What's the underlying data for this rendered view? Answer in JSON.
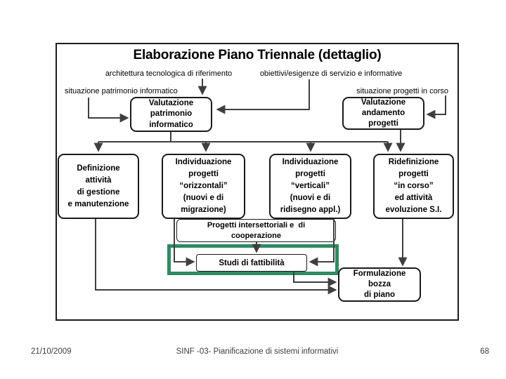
{
  "title": "Elaborazione Piano Triennale (dettaglio)",
  "labels": {
    "architettura": "architettura tecnologica di riferimento",
    "obiettivi": "obiettivi/esigenze di servizio e informative",
    "situazione_patrimonio": "situazione patrimonio informatico",
    "situazione_progetti": "situazione progetti in corso"
  },
  "boxes": {
    "valutazione_patrimonio": "Valutazione\npatrimonio\ninformatico",
    "valutazione_andamento": "Valutazione\nandamento\nprogetti",
    "definizione": "Definizione\nattività\ndi gestione\ne manutenzione",
    "individuazione_orizzontali": "Individuazione\nprogetti\n“orizzontali”\n(nuovi e di\nmigrazione)",
    "individuazione_verticali": "Individuazione\nprogetti\n“verticali”\n(nuovi e di\nridisegno appl.)",
    "ridefinizione": "Ridefinizione\nprogetti\n“in corso”\ned attività\nevoluzione S.I.",
    "intersettoriali": "Progetti intersettoriali e  di\ncooperazione",
    "studi_fattibilita": "Studi di fattibilità",
    "formulazione": "Formulazione\nbozza\ndi piano"
  },
  "footer": {
    "date": "21/10/2009",
    "course": "SINF -03- Pianificazione di sistemi informativi",
    "page": "68"
  },
  "colors": {
    "highlight_green": "#2F8A64",
    "connector_line": "#3F3F3F",
    "box_border": "#1A1A1A"
  }
}
